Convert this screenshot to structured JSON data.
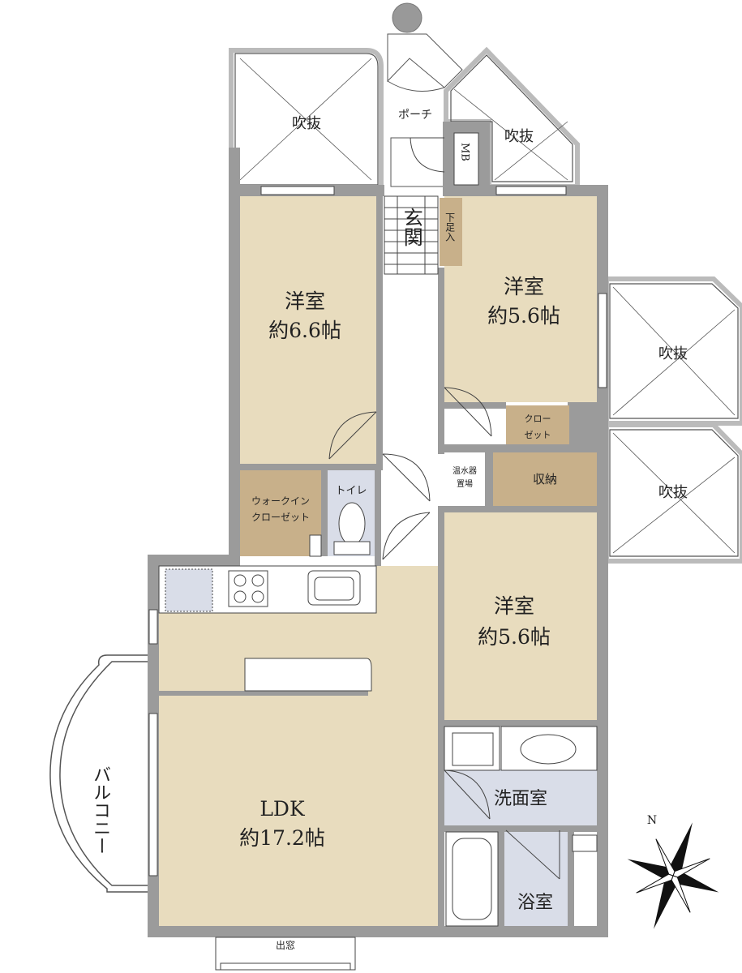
{
  "rooms": {
    "western_room_1": {
      "name": "洋室",
      "size": "約6.6帖"
    },
    "western_room_2": {
      "name": "洋室",
      "size": "約5.6帖"
    },
    "western_room_3": {
      "name": "洋室",
      "size": "約5.6帖"
    },
    "ldk": {
      "name": "LDK",
      "size": "約17.2帖"
    },
    "washroom": "洗面室",
    "bathroom": "浴室",
    "toilet": "トイレ",
    "walk_in_closet": [
      "ウォークイン",
      "クローゼット"
    ],
    "closet": [
      "クロー",
      "ゼット"
    ],
    "storage": "収納",
    "water_heater": [
      "温水器",
      "置場"
    ],
    "entrance": "玄関",
    "shoe_box": "下足入",
    "porch": "ポーチ",
    "mb": "MB",
    "balcony": "バルコニー",
    "bay_window": "出窓"
  },
  "voids": [
    "吹抜",
    "吹抜",
    "吹抜",
    "吹抜"
  ],
  "compass": {
    "north_label": "N"
  },
  "colors": {
    "wall": "#9b9b9b",
    "room_floor": "#e8dcbe",
    "storage_floor": "#c8b08a",
    "wet_area": "#d9dde8",
    "hall": "#ffffff"
  }
}
